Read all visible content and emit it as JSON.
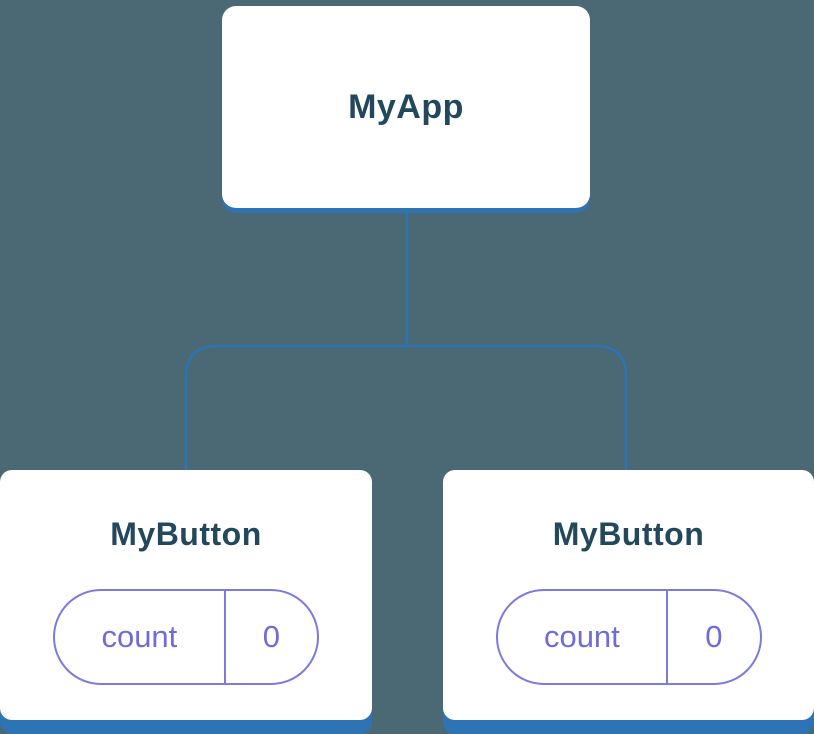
{
  "colors": {
    "background": "#4a6974",
    "connector": "#2e73b3",
    "box_background": "#ffffff",
    "box_shadow": "#2e73b3",
    "title_text": "#23485c",
    "state_text": "#6f6cd9",
    "state_border": "#7d7ade"
  },
  "tree": {
    "root": {
      "label": "MyApp"
    },
    "children": [
      {
        "label": "MyButton",
        "state": {
          "key": "count",
          "value": "0"
        }
      },
      {
        "label": "MyButton",
        "state": {
          "key": "count",
          "value": "0"
        }
      }
    ]
  }
}
